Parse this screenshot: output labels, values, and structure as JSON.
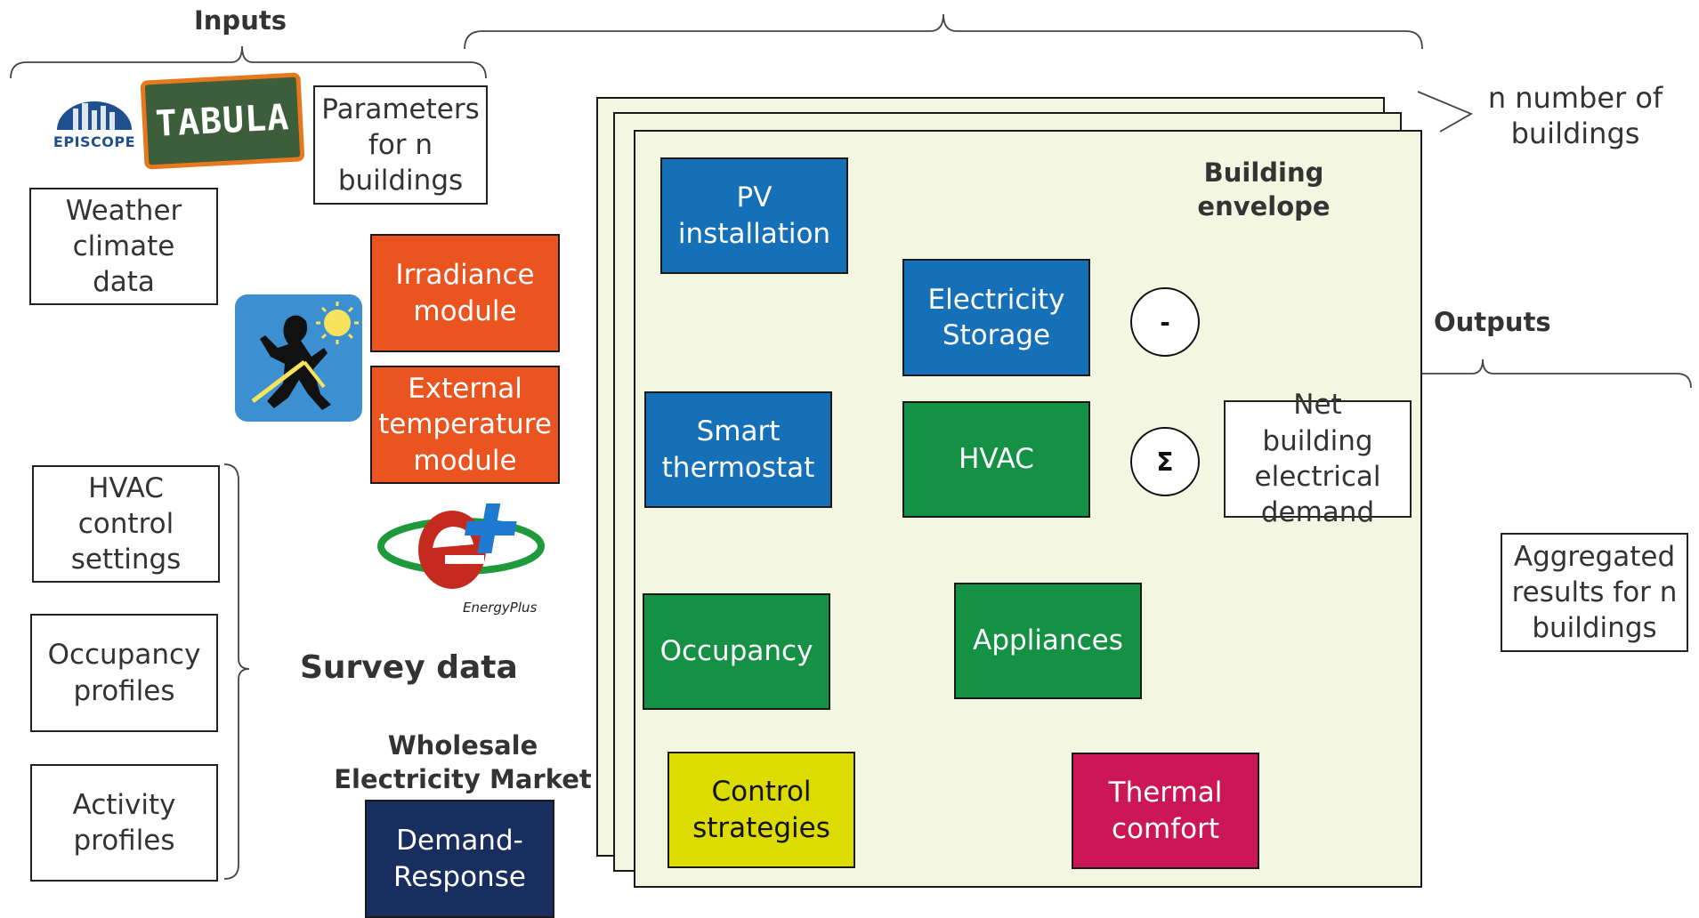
{
  "headings": {
    "inputs": "Inputs",
    "outputs": "Outputs",
    "survey_data": "Survey data",
    "wholesale_market": "Wholesale Electricity Market",
    "building_envelope": "Building envelope"
  },
  "logos": {
    "episcope": "EPISCOPE",
    "tabula": "TABULA",
    "energyplus": "EnergyPlus"
  },
  "inputs": {
    "parameters": "Parameters for n buildings",
    "weather": "Weather climate data",
    "irradiance": "Irradiance module",
    "external_temp": "External temperature module",
    "hvac_settings": "HVAC control settings",
    "occupancy_profiles": "Occupancy profiles",
    "activity_profiles": "Activity profiles",
    "demand_response": "Demand-Response"
  },
  "model": {
    "pv": "PV installation",
    "storage": "Electricity Storage",
    "thermostat": "Smart thermostat",
    "hvac": "HVAC",
    "occupancy": "Occupancy",
    "appliances": "Appliances",
    "control": "Control strategies",
    "thermal": "Thermal comfort",
    "minus_symbol": "-",
    "sum_symbol": "Σ"
  },
  "outputs": {
    "n_buildings": "n number of buildings",
    "net_demand": "Net building electrical demand",
    "aggregated": "Aggregated results for n buildings"
  },
  "colors": {
    "blue": "#1570b8",
    "green": "#149144",
    "orange": "#ea5420",
    "navy": "#182e5e",
    "yellow": "#dddc00",
    "crimson": "#cc1756",
    "page_bg": "#f3f6e1"
  }
}
